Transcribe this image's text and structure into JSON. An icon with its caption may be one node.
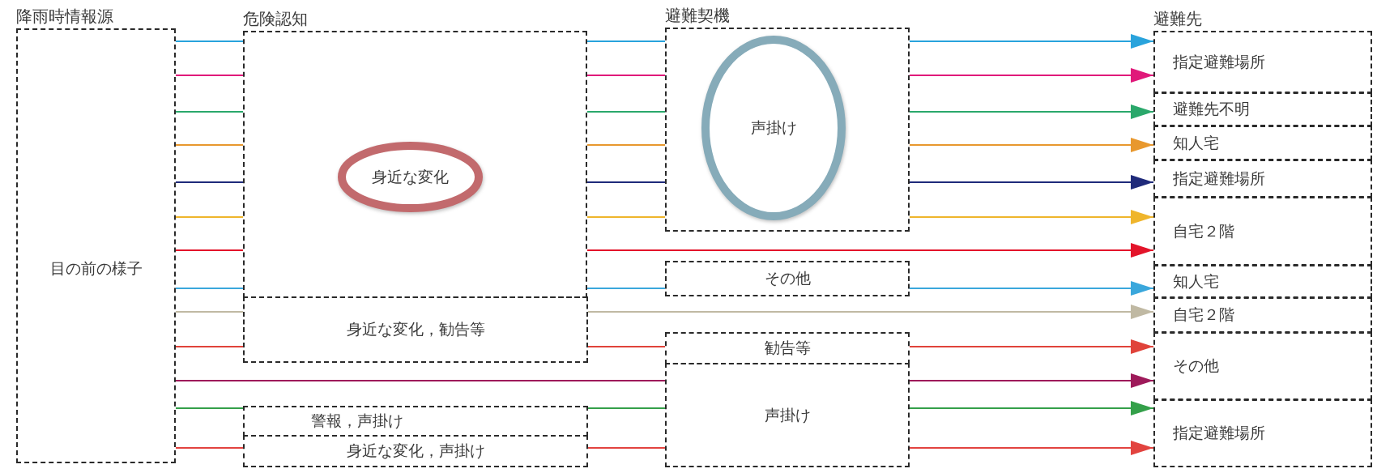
{
  "diagram": {
    "nodes": [
      {
        "text": [
          "降雨時情報源",
          "目の前の様子"
        ]
      },
      {
        "text": [
          "危険認知"
        ]
      },
      {
        "text": [
          "身近な変化"
        ],
        "in": 1
      },
      {
        "text": [
          "身近な変化，勧告等"
        ]
      },
      {
        "text": [
          "警報，声掛け"
        ]
      },
      {
        "text": [
          "身近な変化，声掛け"
        ]
      },
      {
        "text": [
          "避難契機"
        ]
      },
      {
        "text": [
          "声掛け"
        ],
        "in": 6
      },
      {
        "text": [
          "その他"
        ]
      },
      {
        "text": [
          "勧告等"
        ]
      },
      {
        "text": [
          "声掛け"
        ]
      },
      {
        "text": [
          "避難先",
          "指定避難場所"
        ]
      },
      {
        "text": [
          "避難先不明"
        ]
      },
      {
        "text": [
          "知人宅"
        ]
      },
      {
        "text": [
          "指定避難場所"
        ]
      },
      {
        "text": [
          "自宅２階"
        ]
      },
      {
        "text": [
          "知人宅"
        ]
      },
      {
        "text": [
          "自宅２階"
        ]
      },
      {
        "text": [
          "その他"
        ]
      },
      {
        "text": [
          "指定避難場所"
        ]
      }
    ],
    "edges": [
      {
        "from": 0,
        "to": 1,
        "arrow": "none",
        "color": "#29a3dc"
      },
      {
        "from": 1,
        "to": 6,
        "arrow": "none",
        "color": "#29a3dc"
      },
      {
        "from": 6,
        "to": 11,
        "arrow": "to",
        "color": "#29a3dc"
      },
      {
        "from": 0,
        "to": 1,
        "arrow": "none",
        "color": "#e0197a"
      },
      {
        "from": 1,
        "to": 6,
        "arrow": "none",
        "color": "#e0197a"
      },
      {
        "from": 6,
        "to": 11,
        "arrow": "to",
        "color": "#e0197a"
      },
      {
        "from": 0,
        "to": 1,
        "arrow": "none",
        "color": "#2aa86b"
      },
      {
        "from": 1,
        "to": 6,
        "arrow": "none",
        "color": "#2aa86b"
      },
      {
        "from": 6,
        "to": 12,
        "arrow": "to",
        "color": "#2aa86b"
      },
      {
        "from": 0,
        "to": 1,
        "arrow": "none",
        "color": "#e8982e"
      },
      {
        "from": 1,
        "to": 6,
        "arrow": "none",
        "color": "#e8982e"
      },
      {
        "from": 6,
        "to": 13,
        "arrow": "to",
        "color": "#e8982e"
      },
      {
        "from": 0,
        "to": 1,
        "arrow": "none",
        "color": "#1f2a7a"
      },
      {
        "from": 1,
        "to": 6,
        "arrow": "none",
        "color": "#1f2a7a"
      },
      {
        "from": 6,
        "to": 14,
        "arrow": "to",
        "color": "#1f2a7a"
      },
      {
        "from": 0,
        "to": 1,
        "arrow": "none",
        "color": "#efb52c"
      },
      {
        "from": 1,
        "to": 6,
        "arrow": "none",
        "color": "#efb52c"
      },
      {
        "from": 6,
        "to": 15,
        "arrow": "to",
        "color": "#efb52c"
      },
      {
        "from": 0,
        "to": 1,
        "arrow": "none",
        "color": "#e3142a"
      },
      {
        "from": 1,
        "to": 15,
        "arrow": "to",
        "color": "#e3142a"
      },
      {
        "from": 0,
        "to": 1,
        "arrow": "none",
        "color": "#3aa7dc"
      },
      {
        "from": 1,
        "to": 8,
        "arrow": "none",
        "color": "#3aa7dc"
      },
      {
        "from": 8,
        "to": 16,
        "arrow": "to",
        "color": "#3aa7dc"
      },
      {
        "from": 0,
        "to": 3,
        "arrow": "none",
        "color": "#c0b9a3"
      },
      {
        "from": 3,
        "to": 17,
        "arrow": "to",
        "color": "#c0b9a3"
      },
      {
        "from": 0,
        "to": 3,
        "arrow": "none",
        "color": "#e0433a"
      },
      {
        "from": 3,
        "to": 9,
        "arrow": "none",
        "color": "#e0433a"
      },
      {
        "from": 9,
        "to": 18,
        "arrow": "to",
        "color": "#e0433a"
      },
      {
        "from": 0,
        "to": 10,
        "arrow": "none",
        "color": "#9e1a5a"
      },
      {
        "from": 10,
        "to": 18,
        "arrow": "to",
        "color": "#9e1a5a"
      },
      {
        "from": 0,
        "to": 4,
        "arrow": "none",
        "color": "#34a04a"
      },
      {
        "from": 4,
        "to": 10,
        "arrow": "none",
        "color": "#34a04a"
      },
      {
        "from": 10,
        "to": 19,
        "arrow": "to",
        "color": "#34a04a"
      },
      {
        "from": 0,
        "to": 5,
        "arrow": "none",
        "color": "#e2433f"
      },
      {
        "from": 5,
        "to": 10,
        "arrow": "none",
        "color": "#e2433f"
      },
      {
        "from": 10,
        "to": 19,
        "arrow": "to",
        "color": "#e2433f"
      }
    ]
  }
}
